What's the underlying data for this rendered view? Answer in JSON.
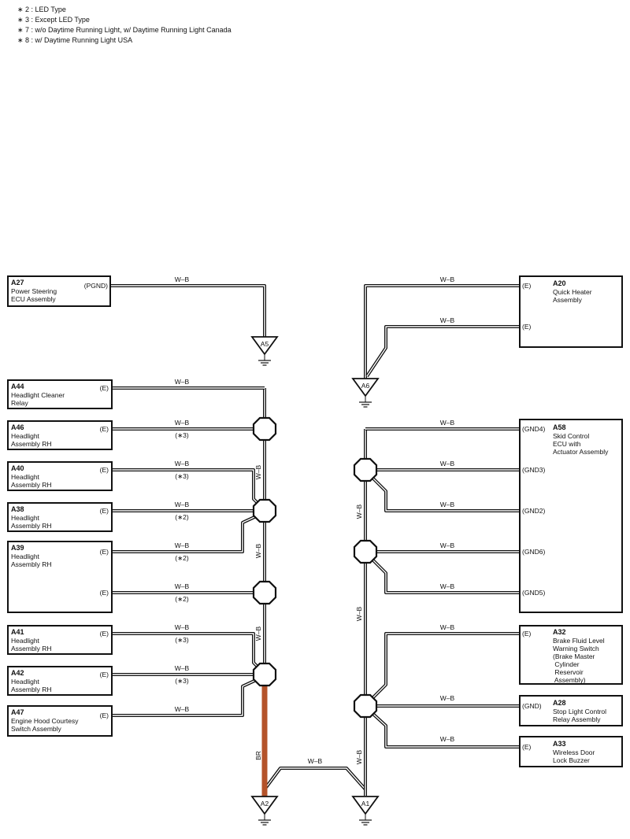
{
  "notes": [
    "∗ 2 : LED Type",
    "∗ 3 : Except LED Type",
    "∗ 7 : w/o Daytime Running Light,  w/ Daytime Running Light Canada",
    "∗ 8 : w/ Daytime Running Light USA"
  ],
  "wire_color": "W–B",
  "br_label": "BR",
  "colors": {
    "wire": "#111111",
    "br_wire": "#b4532a",
    "background": "#ffffff"
  },
  "components": {
    "a27": {
      "code": "A27",
      "name": [
        "Power Steering",
        "ECU Assembly"
      ],
      "pin": "(PGND)"
    },
    "a44": {
      "code": "A44",
      "name": [
        "Headlight Cleaner",
        "Relay"
      ],
      "pin": "(E)"
    },
    "a46": {
      "code": "A46",
      "name": [
        "Headlight",
        "Assembly RH"
      ],
      "pin": "(E)",
      "cond": "(∗3)"
    },
    "a40": {
      "code": "A40",
      "name": [
        "Headlight",
        "Assembly RH"
      ],
      "pin": "(E)",
      "cond": "(∗3)"
    },
    "a38": {
      "code": "A38",
      "name": [
        "Headlight",
        "Assembly RH"
      ],
      "pin": "(E)",
      "cond": "(∗2)"
    },
    "a39": {
      "code": "A39",
      "name": [
        "Headlight",
        "Assembly RH"
      ],
      "pin": "(E)",
      "cond1": "(∗2)",
      "cond2": "(∗2)"
    },
    "a41": {
      "code": "A41",
      "name": [
        "Headlight",
        "Assembly RH"
      ],
      "pin": "(E)",
      "cond": "(∗3)"
    },
    "a42": {
      "code": "A42",
      "name": [
        "Headlight",
        "Assembly RH"
      ],
      "pin": "(E)",
      "cond": "(∗3)"
    },
    "a47": {
      "code": "A47",
      "name": [
        "Engine Hood Courtesy",
        "Switch Assembly"
      ],
      "pin": "(E)"
    },
    "a20": {
      "code": "A20",
      "name": [
        "Quick Heater",
        "Assembly"
      ],
      "pin": "(E)"
    },
    "a58": {
      "code": "A58",
      "name": [
        "Skid Control",
        "ECU with",
        "Actuator Assembly"
      ],
      "pins": [
        "(GND4)",
        "(GND3)",
        "(GND2)",
        "(GND6)",
        "(GND5)"
      ]
    },
    "a32": {
      "code": "A32",
      "name": [
        "Brake Fluid Level",
        "Warning Switch",
        "(Brake Master",
        " Cylinder",
        " Reservoir",
        " Assembly)"
      ],
      "pin": "(E)"
    },
    "a28": {
      "code": "A28",
      "name": [
        "Stop Light Control",
        "Relay Assembly"
      ],
      "pin": "(GND)"
    },
    "a33": {
      "code": "A33",
      "name": [
        "Wireless Door",
        "Lock Buzzer"
      ],
      "pin": "(E)"
    }
  },
  "grounds": {
    "a5": "A5",
    "a6": "A6",
    "a2": "A2",
    "a1": "A1"
  }
}
